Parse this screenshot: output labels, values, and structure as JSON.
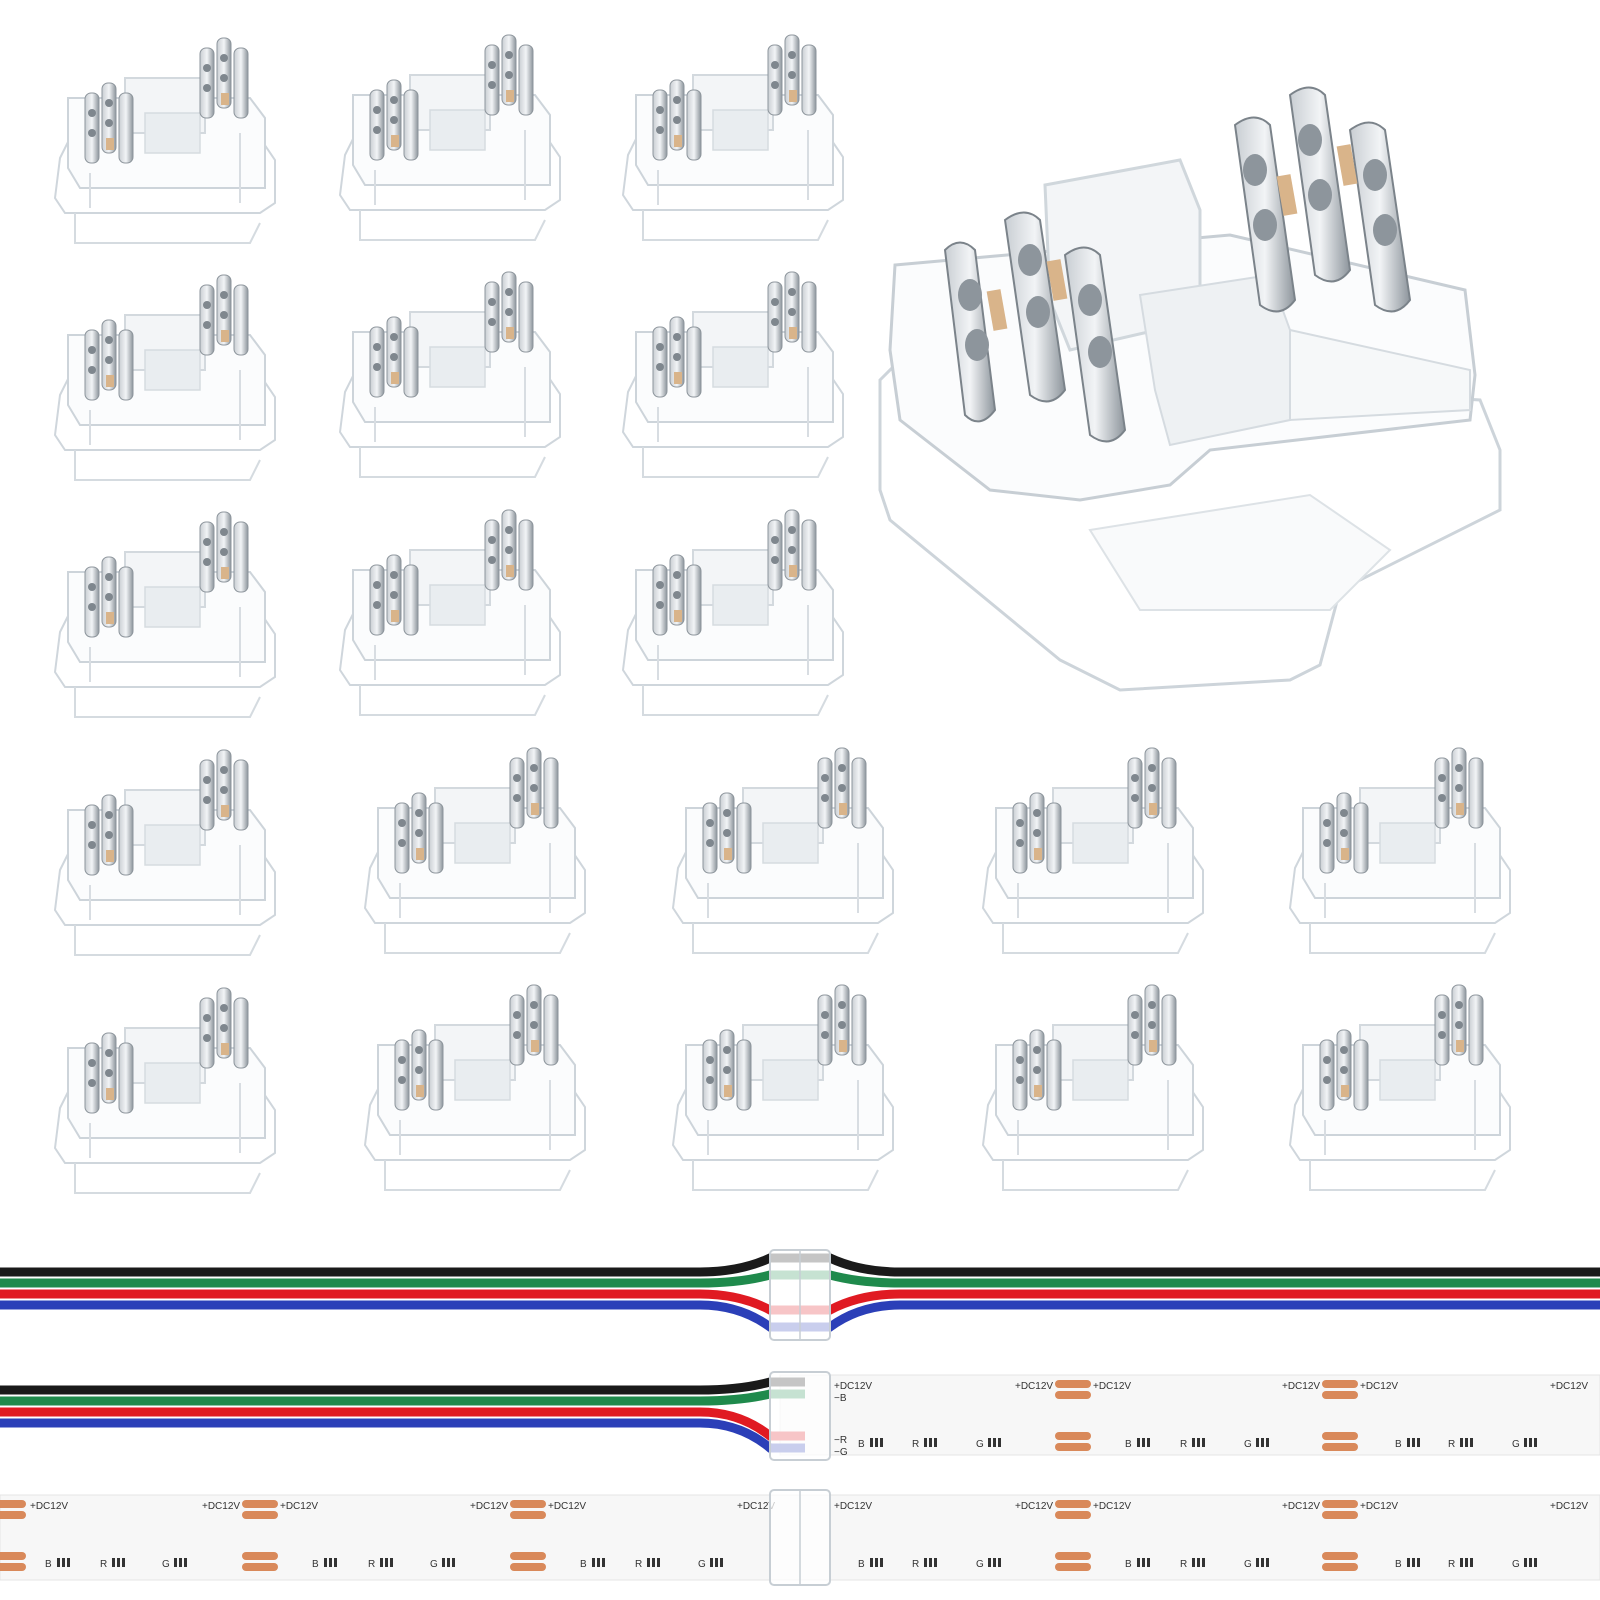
{
  "image": {
    "subject": "transparent 4-pin LED strip connectors"
  },
  "strip_labels": {
    "power": "+DC12V",
    "blue": "−B",
    "red": "−R",
    "green": "−G",
    "b_segment": "B",
    "r_segment": "R",
    "g_segment": "G"
  },
  "colors": {
    "wire_black": "#1a1a1a",
    "wire_green": "#1f8a4c",
    "wire_red": "#e01a22",
    "wire_blue": "#2b3fb8",
    "pad_copper": "#d9895a",
    "strip_white": "#f7f7f7",
    "connector_outline": "#cfd6dc",
    "connector_metal": "#9aa3aa"
  }
}
